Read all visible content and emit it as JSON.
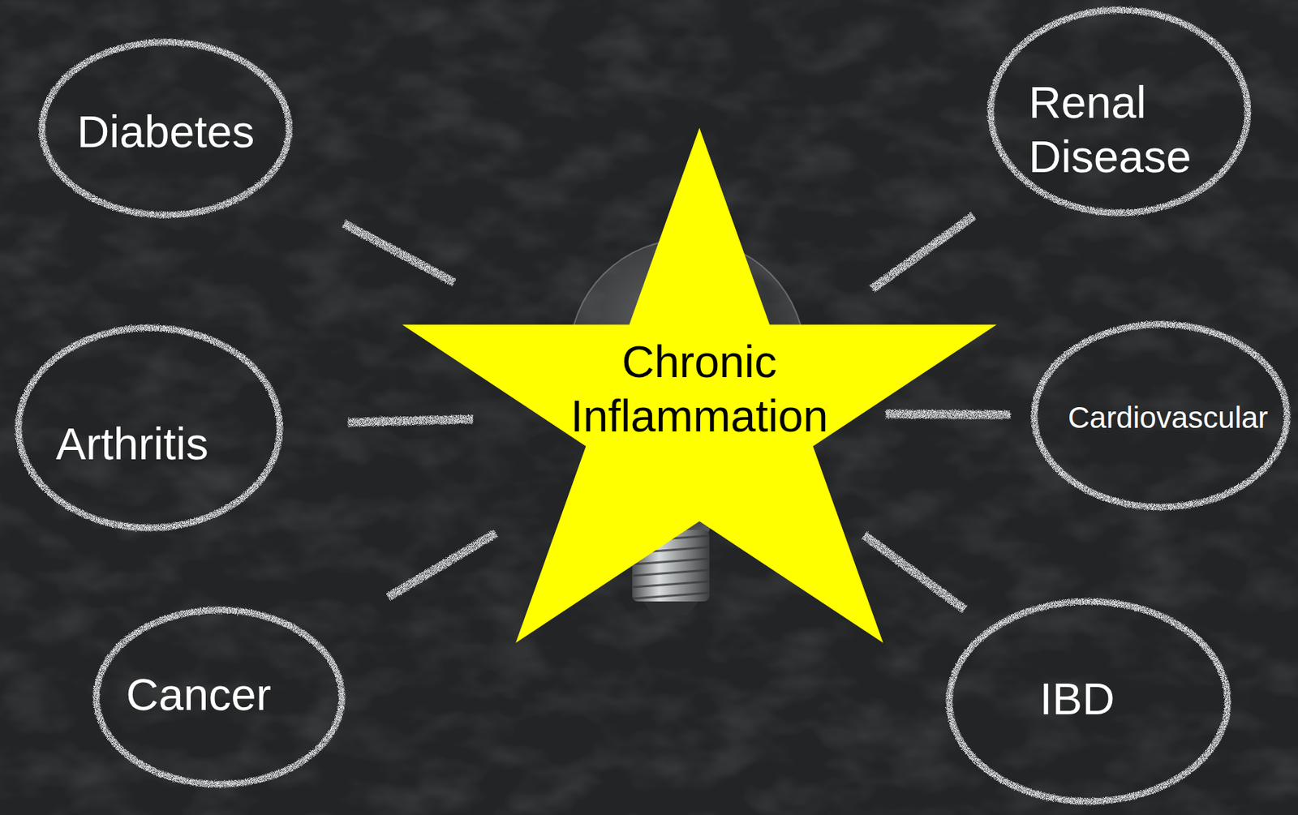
{
  "diagram": {
    "nodes": [
      {
        "text": [
          "Diabetes"
        ]
      },
      {
        "text": [
          "Renal Disease"
        ]
      },
      {
        "text": [
          "Chronic Inflammation"
        ]
      },
      {
        "text": [
          "Arthritis"
        ]
      },
      {
        "text": [
          "Cardiovascular"
        ]
      },
      {
        "text": [
          "Cancer"
        ]
      },
      {
        "text": [
          "IBD"
        ]
      }
    ],
    "edges": [
      {
        "from": 2,
        "to": 0,
        "arrow": "none"
      },
      {
        "from": 2,
        "to": 1,
        "arrow": "none"
      },
      {
        "from": 2,
        "to": 3,
        "arrow": "none"
      },
      {
        "from": 2,
        "to": 4,
        "arrow": "none"
      },
      {
        "from": 2,
        "to": 5,
        "arrow": "none"
      },
      {
        "from": 2,
        "to": 6,
        "arrow": "none"
      }
    ]
  }
}
